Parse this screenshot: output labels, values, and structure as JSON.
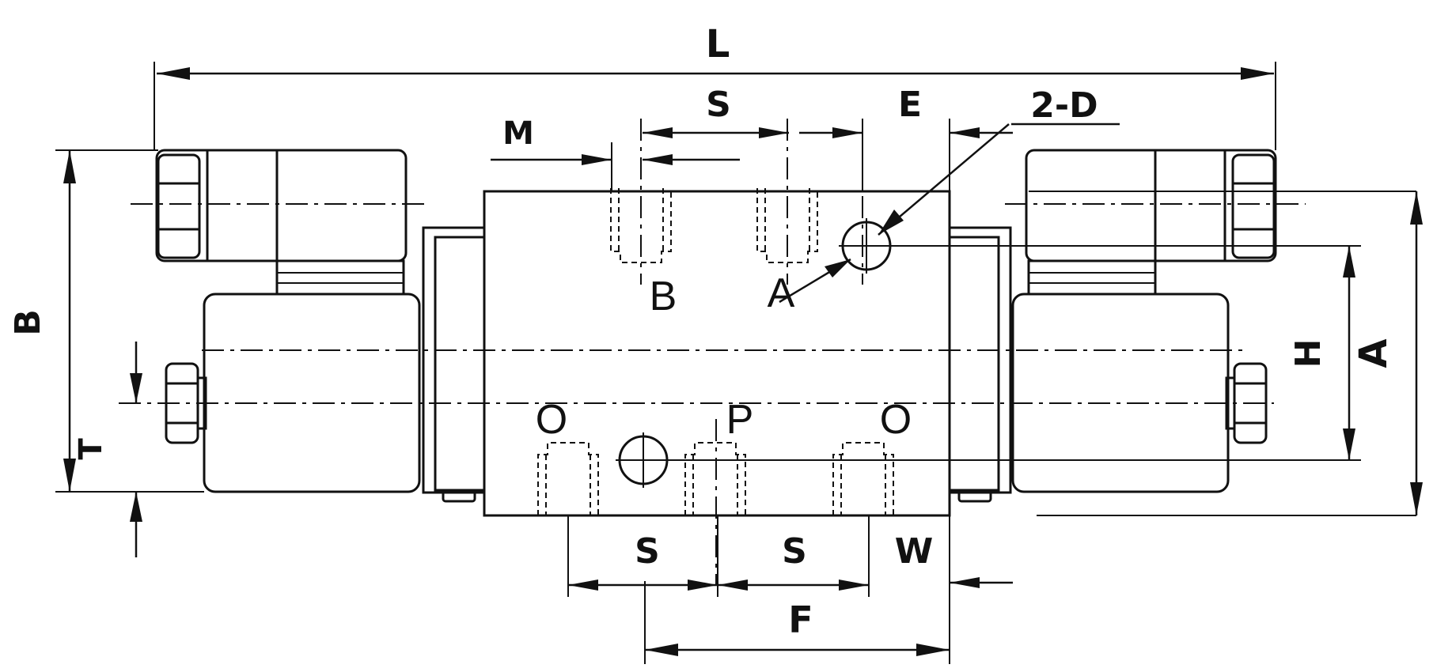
{
  "dimension_labels": {
    "L": "L",
    "S_top": "S",
    "E": "E",
    "M": "M",
    "D": "2-D",
    "B": "B",
    "T": "T",
    "H": "H",
    "A": "A",
    "S_bottom_left": "S",
    "S_bottom_right": "S",
    "W": "W",
    "F": "F"
  },
  "port_labels": {
    "B": "B",
    "A": "A",
    "O_left": "O",
    "P": "P",
    "O_right": "O"
  }
}
